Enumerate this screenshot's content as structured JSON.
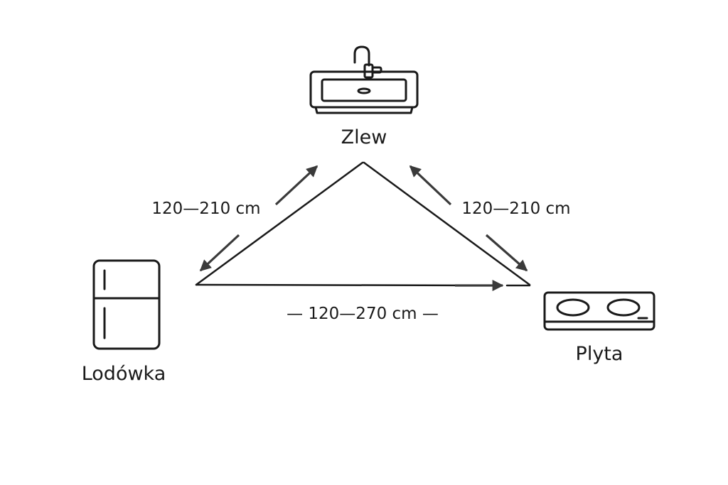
{
  "diagram": {
    "nodes": {
      "sink": {
        "label": "Zlew",
        "icon": "sink-icon"
      },
      "fridge": {
        "label": "Lodówka",
        "icon": "fridge-icon"
      },
      "stove": {
        "label": "Plyta",
        "icon": "cooktop-icon"
      }
    },
    "edges": {
      "fridge_sink": {
        "label": "120—210 cm"
      },
      "sink_stove": {
        "label": "120—210 cm"
      },
      "fridge_stove": {
        "label": "— 120—270 cm —"
      }
    },
    "colors": {
      "line": "#1a1a1a",
      "arrow": "#3a3a3a",
      "background": "#ffffff"
    }
  }
}
